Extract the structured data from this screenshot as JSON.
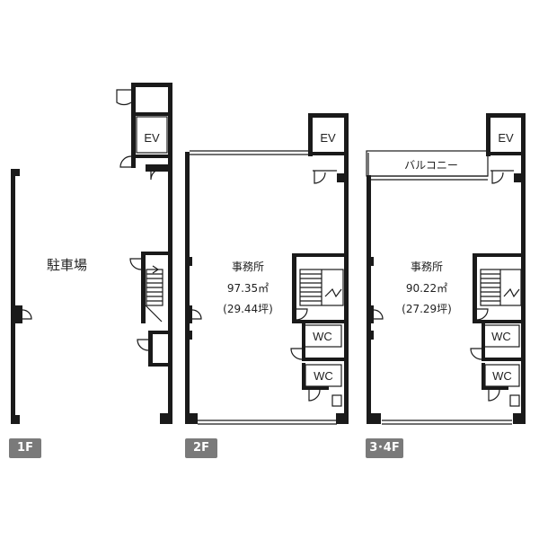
{
  "floors": [
    {
      "id": "1f",
      "badge": "1F",
      "room": "駐車場"
    },
    {
      "id": "2f",
      "badge": "2F",
      "room": "事務所",
      "area_m2": "97.35㎡",
      "area_tsubo": "(29.44坪)",
      "balcony": ""
    },
    {
      "id": "34f",
      "badge": "3･4F",
      "room": "事務所",
      "area_m2": "90.22㎡",
      "area_tsubo": "(27.29坪)",
      "balcony": "バルコニー"
    }
  ],
  "labels": {
    "ev": "EV",
    "wc": "WC"
  }
}
